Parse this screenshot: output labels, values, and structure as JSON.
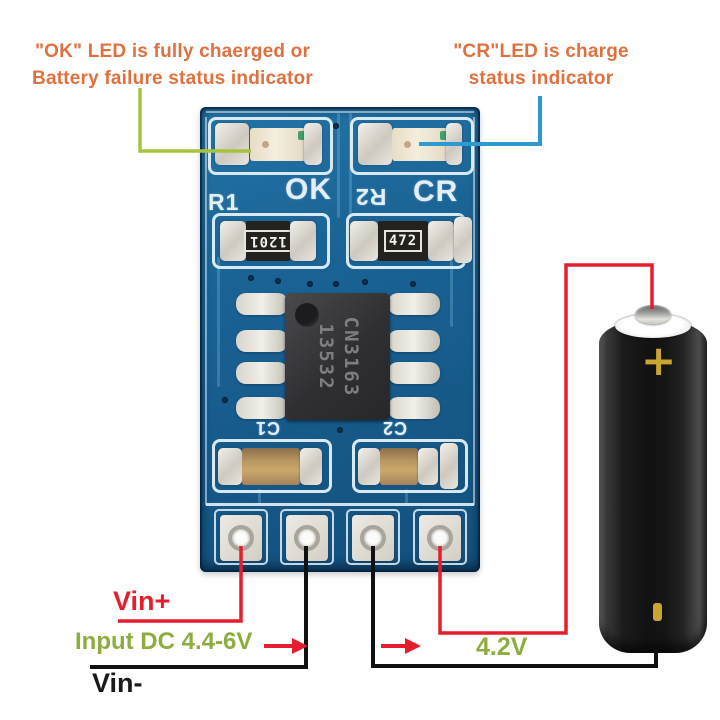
{
  "annotations": {
    "ok_led_line1": "\"OK\" LED is fully chaerged or",
    "ok_led_line2": "Battery failure status indicator",
    "cr_led_line1": "\"CR\"LED is charge",
    "cr_led_line2": "status indicator",
    "vin_plus_label": "Vin+",
    "input_dc_label": "Input DC 4.4-6V",
    "vin_minus_label": "Vin-",
    "output_voltage_label": "4.2V",
    "annotation_text_color": "#e0713f",
    "green_text_color": "#8dad3e"
  },
  "pcb": {
    "silkscreen": {
      "r1": "R1",
      "ok": "OK",
      "r2": "R2",
      "cr": "CR",
      "c1": "C1",
      "c2": "C2"
    },
    "resistor_r1_code": "1201",
    "resistor_r2_code": "472",
    "chip_marking_line1": "CN3163",
    "chip_marking_line2": "13532",
    "board_color": "#1a6394",
    "silkscreen_color": "#e4eef5"
  },
  "battery": {
    "plus_marking": "+",
    "marking_color": "#c9a72f"
  },
  "wires": {
    "ok_pointer_color": "#a6c43b",
    "cr_pointer_color": "#2f9ad2",
    "positive_wire_color": "#e51d2c",
    "negative_wire_color": "#111111"
  }
}
